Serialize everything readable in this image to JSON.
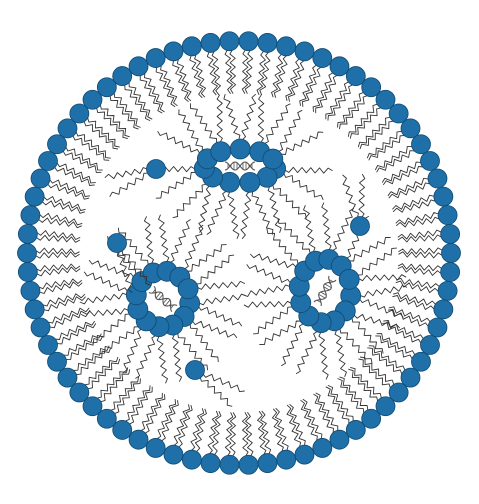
{
  "diagram": {
    "subject": "vesicle",
    "colors": {
      "headgroup_fill": "#1f6fa8",
      "headgroup_stroke": "#0f4a72",
      "tail_stroke": "#333333",
      "dna_stroke": "#555555",
      "background": "#ffffff"
    },
    "components": {
      "outer_membrane": {
        "kind": "phospholipid-layer",
        "headgroup_count": 70
      },
      "reverse_micelles": [
        {
          "id": "micelle-top",
          "headgroup_count": 11,
          "cargo": "dna"
        },
        {
          "id": "micelle-left",
          "headgroup_count": 12,
          "cargo": "dna"
        },
        {
          "id": "micelle-right",
          "headgroup_count": 12,
          "cargo": "dna"
        }
      ],
      "free_headgroups": 4
    }
  }
}
